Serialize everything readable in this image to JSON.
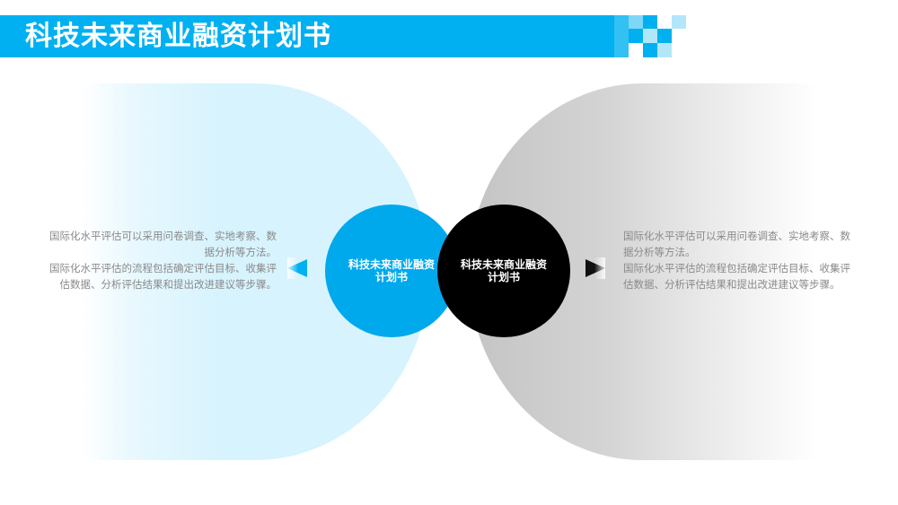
{
  "header": {
    "title": "科技未来商业融资计划书"
  },
  "colors": {
    "accent": "#00b0f0",
    "dark": "#000000",
    "light_blue": "#d7f3fd",
    "gray": "#c4c4c4",
    "body_text": "#8a8a8a"
  },
  "left": {
    "circle_label": "科技未来商业融资计划书",
    "paragraphs": [
      "国际化水平评估可以采用问卷调查、实地考察、数据分析等方法。",
      "国际化水平评估的流程包括确定评估目标、收集评估数据、分析评估结果和提出改进建议等步骤。"
    ]
  },
  "right": {
    "circle_label": "科技未来商业融资计划书",
    "paragraphs": [
      "国际化水平评估可以采用问卷调查、实地考察、数据分析等方法。",
      "国际化水平评估的流程包括确定评估目标、收集评估数据、分析评估结果和提出改进建议等步骤。"
    ]
  },
  "icons": {
    "left_arrow": "triangle-left-icon",
    "right_arrow": "triangle-right-icon"
  }
}
